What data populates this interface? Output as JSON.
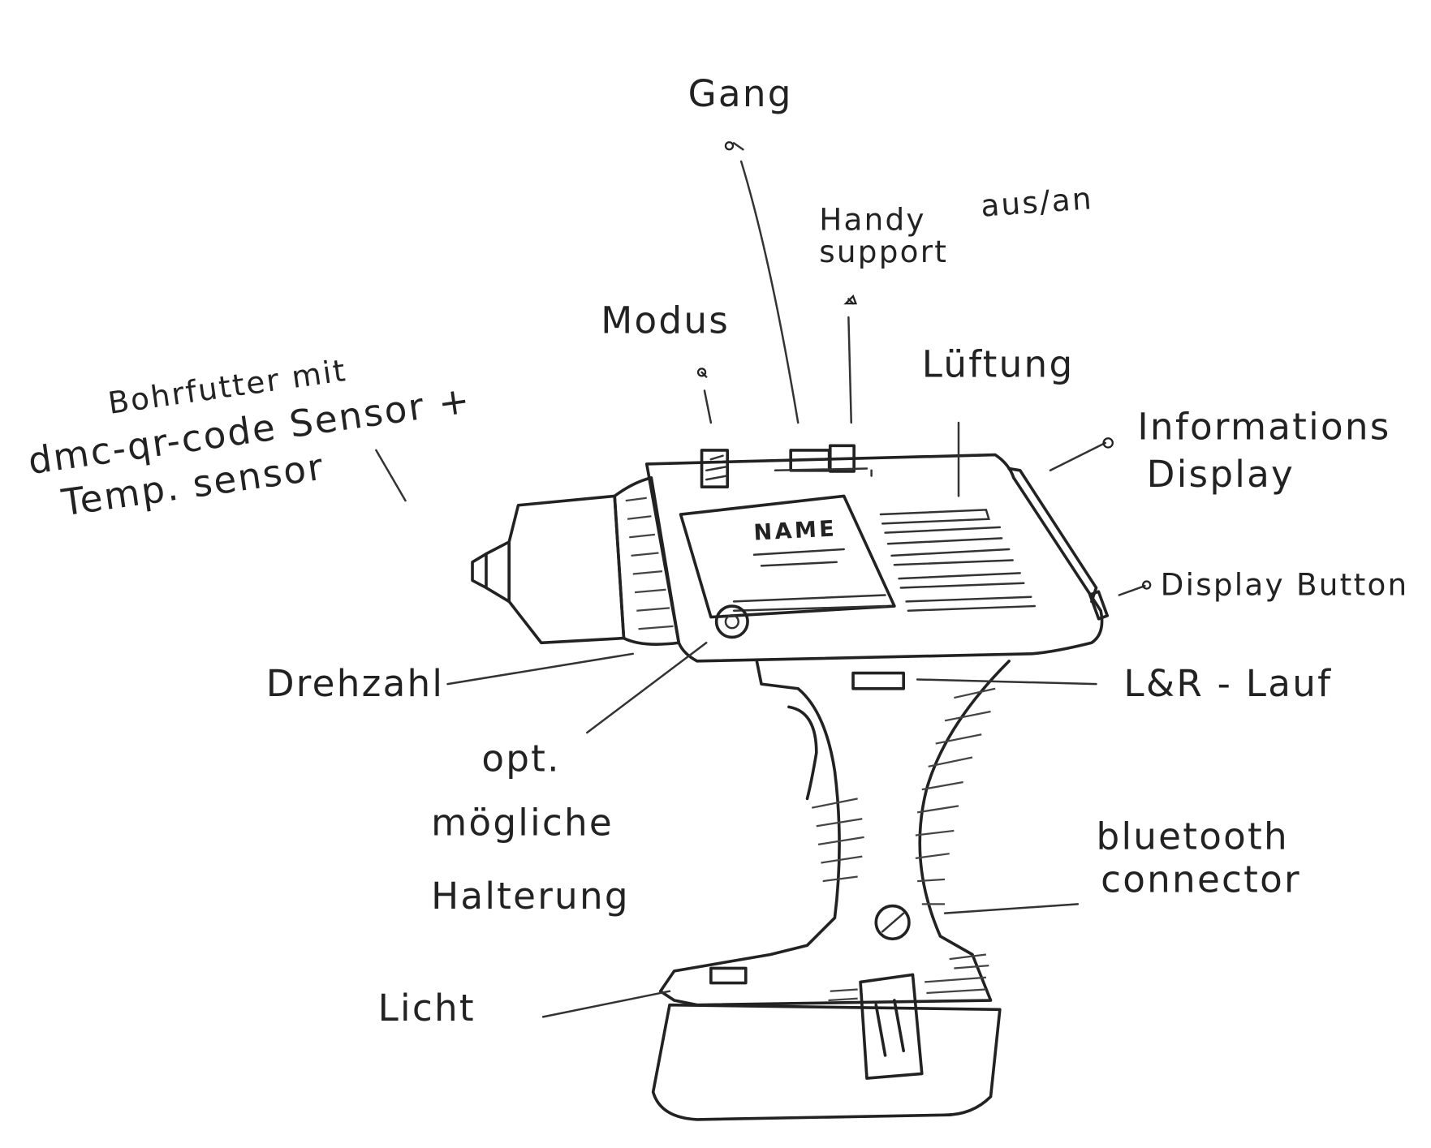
{
  "labels": {
    "gang": "Gang",
    "handy_support_1": "Handy",
    "handy_support_2": "support",
    "aus_an": "aus/an",
    "modus": "Modus",
    "lueftung": "Lüftung",
    "bohrfutter_1": "Bohrfutter mit",
    "bohrfutter_2": "dmc-qr-code Sensor +",
    "bohrfutter_3": "Temp. sensor",
    "info_display_1": "Informations",
    "info_display_2": "Display",
    "display_button": "Display Button",
    "lr_lauf": "L&R - Lauf",
    "drehzahl": "Drehzahl",
    "halterung_1": "opt.",
    "halterung_2": "mögliche",
    "halterung_3": "Halterung",
    "bluetooth_1": "bluetooth",
    "bluetooth_2": "connector",
    "licht": "Licht",
    "name_plate": "NAME"
  },
  "colors": {
    "ink": "#222222",
    "paper": "#ffffff"
  }
}
